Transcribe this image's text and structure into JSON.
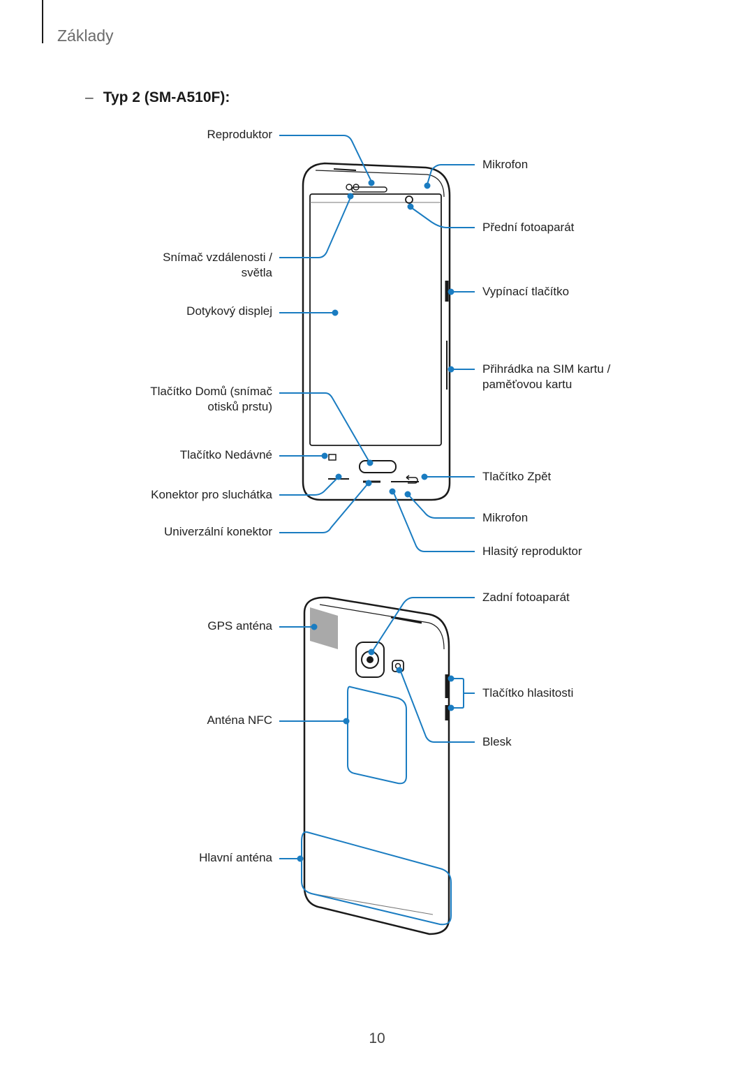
{
  "header": {
    "section": "Základy"
  },
  "subtitle": {
    "dash": "–",
    "text": "Typ 2 (SM-A510F):"
  },
  "front_labels": {
    "reproduktor": "Reproduktor",
    "mikrofon_top": "Mikrofon",
    "predni_fotoaparat": "Přední fotoaparát",
    "snimac_line1": "Snímač vzdálenosti /",
    "snimac_line2": "světla",
    "vypinaci": "Vypínací tlačítko",
    "dotykovy": "Dotykový displej",
    "sim_line1": "Přihrádka na SIM kartu /",
    "sim_line2": "paměťovou kartu",
    "domu_line1": "Tlačítko Domů (snímač",
    "domu_line2": "otisků prstu)",
    "nedavne": "Tlačítko Nedávné",
    "zpet": "Tlačítko Zpět",
    "konektor_sluchatka": "Konektor pro sluchátka",
    "mikrofon_bottom": "Mikrofon",
    "univerzalni": "Univerzální konektor",
    "hlasity": "Hlasitý reproduktor"
  },
  "back_labels": {
    "zadni_fotoaparat": "Zadní fotoaparát",
    "gps": "GPS anténa",
    "hlasitost": "Tlačítko hlasitosti",
    "nfc": "Anténa NFC",
    "blesk": "Blesk",
    "hlavni_antena": "Hlavní anténa"
  },
  "page": {
    "number": "10"
  },
  "colors": {
    "callout": "#1a7cc1",
    "device_outline": "#1a1a1a",
    "antenna_fill": "#a9a9a9"
  }
}
